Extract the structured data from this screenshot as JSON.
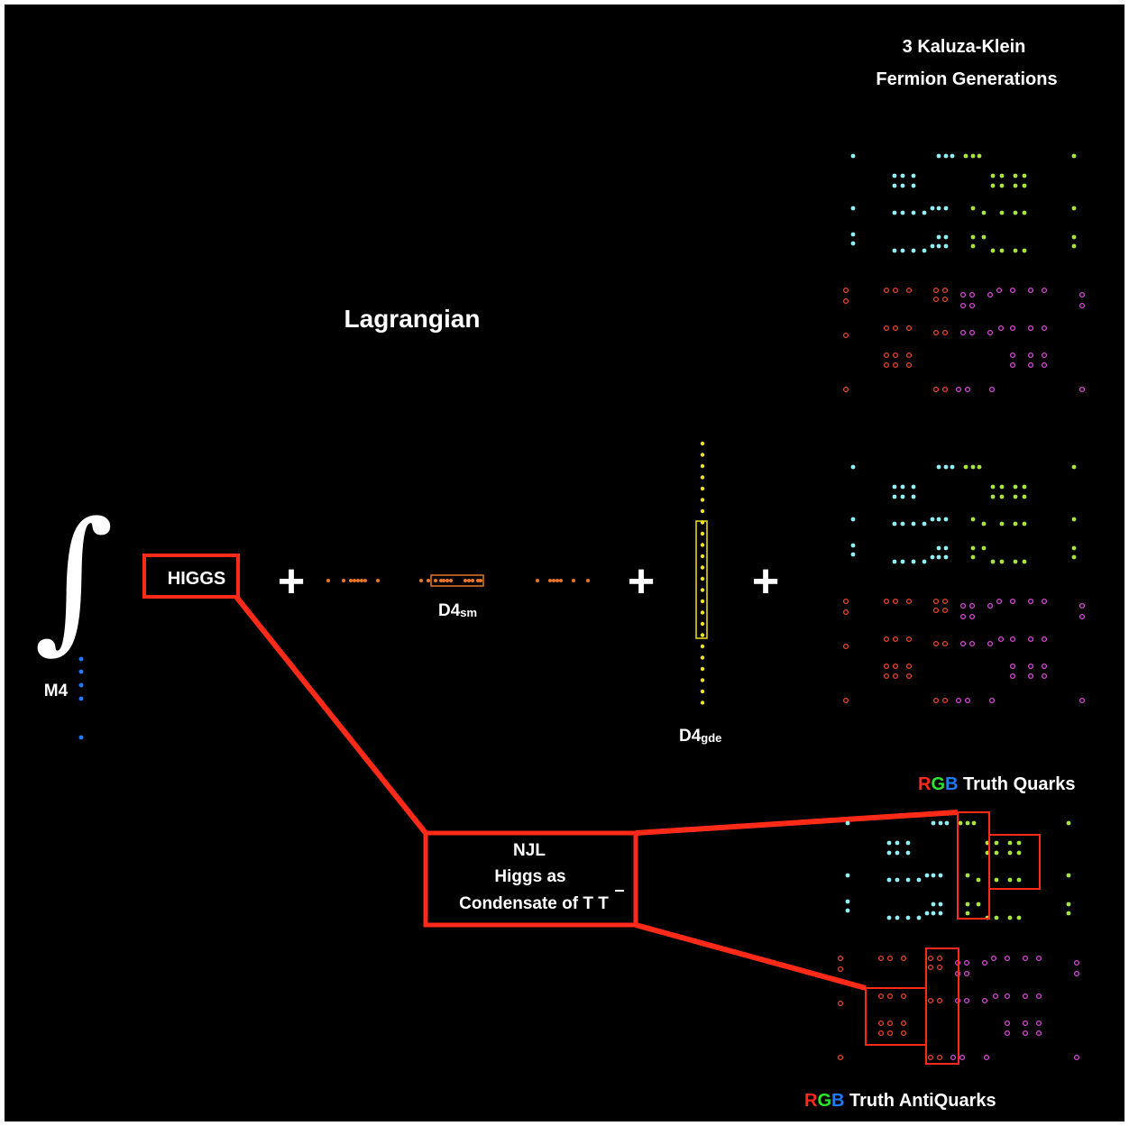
{
  "title": "Lagrangian",
  "header": {
    "line1": "3 Kaluza-Klein",
    "line2": "Fermion Generations"
  },
  "integral": {
    "symbol": "∫",
    "label": "M4"
  },
  "higgs_box": {
    "label": "HIGGS"
  },
  "plus_signs": [
    "+",
    "+",
    "+"
  ],
  "d4sm": {
    "main": "D4",
    "sub": "sm"
  },
  "d4gde": {
    "main": "D4",
    "sub": "gde"
  },
  "njl_box": {
    "line1": "NJL",
    "line2": "Higgs as",
    "line3": "Condensate of T T"
  },
  "truth_quarks": {
    "r": "R",
    "g": "G",
    "b": "B",
    "rest": " Truth Quarks"
  },
  "truth_antiquarks": {
    "r": "R",
    "g": "G",
    "b": "B",
    "rest": " Truth AntiQuarks"
  },
  "colors": {
    "background": "#000000",
    "outline": "#ff2a17",
    "orange": "#e8762a",
    "yellow": "#f2e21a",
    "blue": "#1f7bff",
    "cyan": "#8ff0f5",
    "green": "#a8e63a",
    "red_ring": "#e8452e",
    "magenta_ring": "#d94ad9"
  }
}
